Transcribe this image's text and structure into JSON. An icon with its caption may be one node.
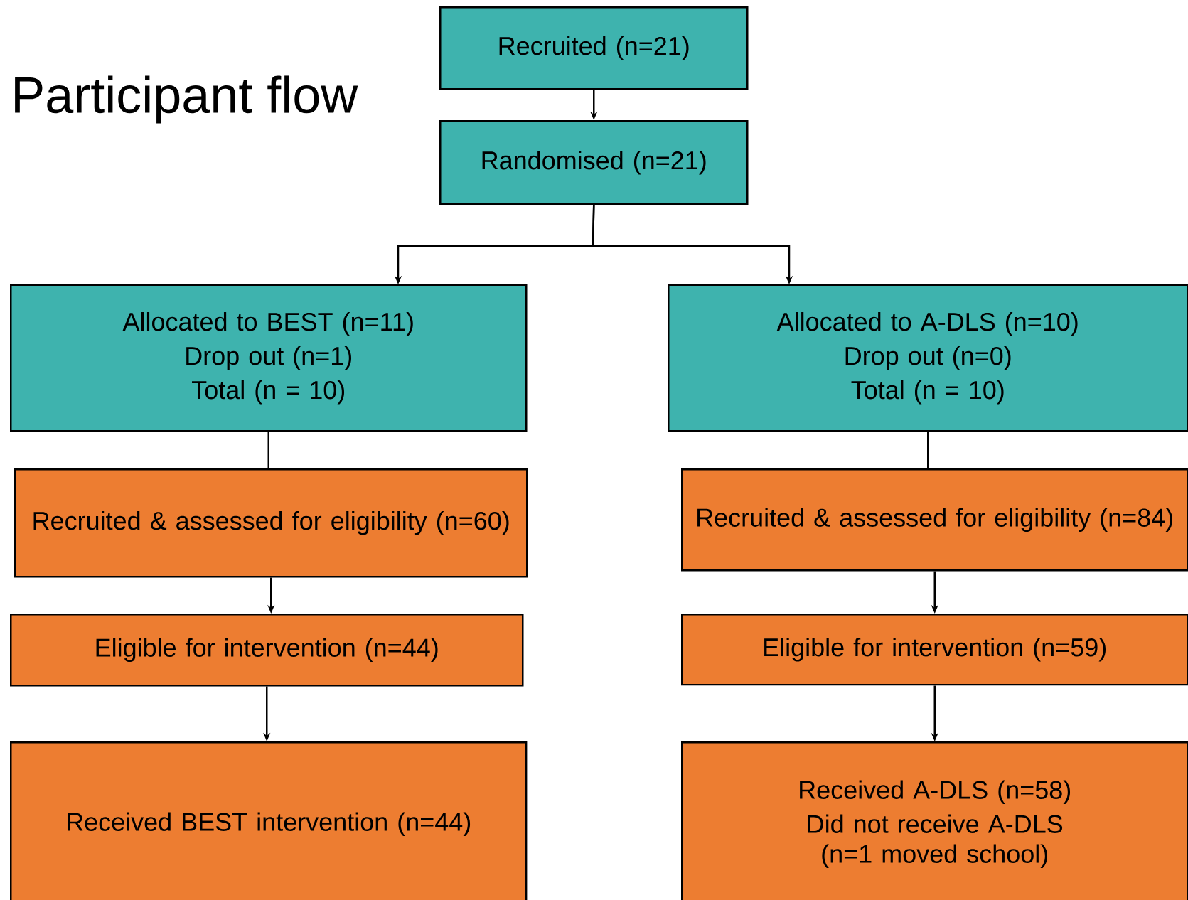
{
  "diagram": {
    "title": "Participant flow",
    "nodes": [
      {
        "text": [
          "Recruited (n=21)"
        ]
      },
      {
        "text": [
          "Randomised (n=21)"
        ]
      },
      {
        "text": [
          "Allocated to BEST (n=11)",
          "Drop out (n=1)",
          "Total (n = 10)"
        ]
      },
      {
        "text": [
          "Allocated to A-DLS (n=10)",
          "Drop out (n=0)",
          "Total (n = 10)"
        ]
      },
      {
        "text": [
          "Recruited & assessed for eligibility (n=60)"
        ]
      },
      {
        "text": [
          "Recruited & assessed for eligibility (n=84)"
        ]
      },
      {
        "text": [
          "Eligible for intervention (n=44)"
        ]
      },
      {
        "text": [
          "Eligible for intervention (n=59)"
        ]
      },
      {
        "text": [
          "Received BEST intervention (n=44)"
        ]
      },
      {
        "text": [
          "Received A-DLS (n=58)",
          "Did not receive A-DLS (n=1 moved school)"
        ]
      }
    ],
    "edges": [
      {
        "from": 0,
        "to": 1,
        "arrow": "to"
      },
      {
        "from": 1,
        "to": 2,
        "arrow": "to"
      },
      {
        "from": 1,
        "to": 3,
        "arrow": "to"
      },
      {
        "from": 2,
        "to": 4,
        "arrow": "none"
      },
      {
        "from": 3,
        "to": 5,
        "arrow": "none"
      },
      {
        "from": 4,
        "to": 6,
        "arrow": "to"
      },
      {
        "from": 5,
        "to": 7,
        "arrow": "to"
      },
      {
        "from": 6,
        "to": 8,
        "arrow": "to"
      },
      {
        "from": 7,
        "to": 9,
        "arrow": "to"
      }
    ]
  }
}
